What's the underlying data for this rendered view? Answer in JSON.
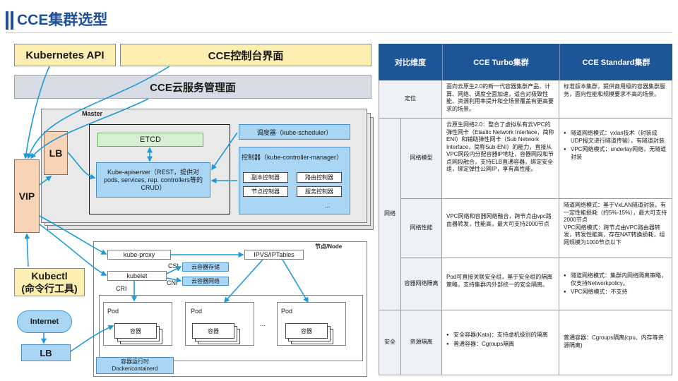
{
  "title": "CCE集群选型",
  "top": {
    "k8s_api": "Kubernetes API",
    "console": "CCE控制台界面",
    "cloud_service": "CCE云服务管理面"
  },
  "master": {
    "label": "Master",
    "etcd": "ETCD",
    "apiserver": "Kube-apiserver（REST，提供对pods, services, rep. controllers等的CRUD）",
    "scheduler": "调度器（kube-scheduler）",
    "controller_manager": "控制器（kube-controller-manager）",
    "controllers": [
      "副本控制器",
      "路由控制器",
      "节点控制器",
      "服务控制器"
    ],
    "more": "..."
  },
  "lb_top": "LB",
  "vip": "VIP",
  "kubectl": {
    "line1": "Kubectl",
    "line2": "(命令行工具)"
  },
  "internet": "Internet",
  "lb_bottom": "LB",
  "node": {
    "label": "节点/Node",
    "kube_proxy": "kube-proxy",
    "kubelet": "kubelet",
    "ipvs": "IPVS/IPTables",
    "csi": "CSI",
    "cni": "CNI",
    "cri": "CRI",
    "storage": "云容器存储",
    "network": "云容器网络",
    "pod_label": "Pod",
    "container_label": "容器",
    "pod_more": "...",
    "runtime_line1": "容器运行时",
    "runtime_line2": "Docker/containerd"
  },
  "table": {
    "headers": [
      "对比维度",
      "CCE Turbo集群",
      "CCE Standard集群"
    ],
    "rows": {
      "position": {
        "dim": "定位",
        "turbo": "面向云原生2.0的新一代容器集群产品，计算、网络、调度全面加速，适合对极致性能、资源利用率提升和全场景覆盖有更高要求的场景。",
        "standard": "标准版本集群，提供商用级的容器集群服务，面向性能和规模要求不高的场景。"
      },
      "network_group": "网络",
      "net_model": {
        "dim": "网络模型",
        "turbo": "云原生网络2.0：整合了虚拟私有云VPC的弹性网卡（Elastic Network Interface，简称ENI）和辅助弹性网卡（Sub Network Interface，简称Sub-ENI）的能力，直接从VPC网段内分配容器IP地址，容器网段和节点网段融合，支持ELB直通容器，绑定安全组，绑定弹性公网IP，享有高性能。",
        "standard": [
          "隧道网络模式：vxlan技术（封装成UDP报文进行隧道传输），有隧道封装",
          "VPC网络模式：underlay网络，无隧道封装"
        ]
      },
      "net_perf": {
        "dim": "网络性能",
        "turbo": "VPC网络和容器网络融合，跨节点由vpc路由器转发，性能高，最大可支持2000节点",
        "standard": "隧道网络模式：基于VxLAN隧道封装，有一定性能损耗（约5%-15%），最大可支持2000节点\nVPC网络模式：跨节点由VPC路由器转发，转发性能高，存在NAT转换损耗，组网规模为1000节点以下"
      },
      "net_isolation": {
        "dim": "容器网络隔离",
        "turbo": "Pod可直接关联安全组，基于安全组的隔离策略，支持集群内外部统一的安全隔离。",
        "standard": [
          "隧道网络模式：集群内网络隔离策略，仅支持Networkpolicy。",
          "VPC网络模式：不支持"
        ]
      },
      "security_group": "安全",
      "resource_isolation": {
        "dim": "资源隔离",
        "turbo": [
          "安全容器(Kata)：支持虚机级别的隔离",
          "普通容器：Cgroups隔离"
        ],
        "standard": "普通容器：Cgroups隔离(cpu、内存等资源隔离)"
      }
    }
  }
}
